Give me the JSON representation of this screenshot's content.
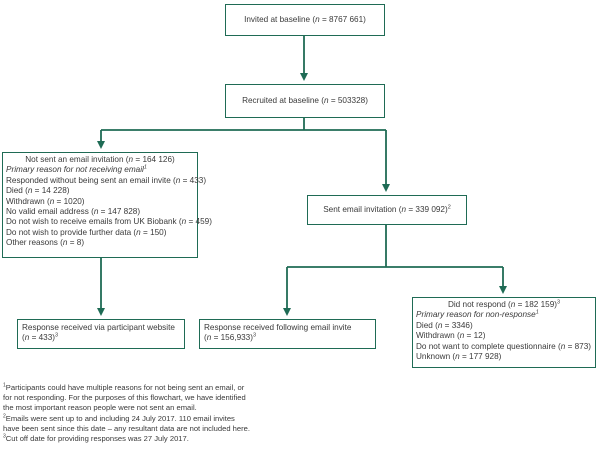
{
  "boxes": {
    "invited": {
      "pre": "Invited at baseline (",
      "n": "n",
      "eq": " = 8767 661)"
    },
    "recruited": {
      "pre": "Recruited at baseline (",
      "n": "n",
      "eq": " = 503328)"
    },
    "not_sent": {
      "title_pre": "Not sent an email invitation (",
      "title_n": "n",
      "title_eq": " = 164 126)",
      "reason_heading": "Primary reason for not receiving email",
      "reason_sup": "1",
      "items": [
        {
          "pre": "Responded without being sent an email invite (",
          "n": "n",
          "eq": " = 433)"
        },
        {
          "pre": "Died (",
          "n": "n",
          "eq": " = 14 228)"
        },
        {
          "pre": "Withdrawn (",
          "n": "n",
          "eq": " = 1020)"
        },
        {
          "pre": "No valid email address (",
          "n": "n",
          "eq": " = 147 828)"
        },
        {
          "pre": "Do not wish to receive emails from UK Biobank (",
          "n": "n",
          "eq": " = 459)"
        },
        {
          "pre": "Do not wish to provide further data (",
          "n": "n",
          "eq": " = 150)"
        },
        {
          "pre": "Other reasons (",
          "n": "n",
          "eq": " = 8)"
        }
      ]
    },
    "sent": {
      "pre": "Sent email invitation (",
      "n": "n",
      "eq": " = 339 092)",
      "sup": "2"
    },
    "web": {
      "line1": "Response received via participant website",
      "pre": "(",
      "n": "n",
      "eq": " = 433)",
      "sup": "3"
    },
    "email_resp": {
      "line1": "Response received following email invite",
      "pre": "(",
      "n": "n",
      "eq": " = 156,933)",
      "sup": "3"
    },
    "no_resp": {
      "title_pre": "Did not respond (",
      "title_n": "n",
      "title_eq": " = 182 159)",
      "title_sup": "3",
      "reason_heading": "Primary reason for non-response",
      "reason_sup": "1",
      "items": [
        {
          "pre": "Died (",
          "n": "n",
          "eq": " = 3346)"
        },
        {
          "pre": "Withdrawn (",
          "n": "n",
          "eq": " = 12)"
        },
        {
          "pre": "Do not want to complete questionnaire (",
          "n": "n",
          "eq": " = 873)"
        },
        {
          "pre": "Unknown (",
          "n": "n",
          "eq": " = 177 928)"
        }
      ]
    }
  },
  "footnotes": [
    {
      "sup": "1",
      "text": "Participants could have multiple reasons for not being sent an email, or"
    },
    {
      "sup": "",
      "text": "for not responding. For the purposes of this flowchart, we have identified"
    },
    {
      "sup": "",
      "text": "the most important reason people were not sent an email."
    },
    {
      "sup": "2",
      "text": "Emails were sent up to and including 24 July 2017. 110 email invites"
    },
    {
      "sup": "",
      "text": "have been sent since this date – any resultant data are not included here."
    },
    {
      "sup": "3",
      "text": "Cut off date for providing responses was 27 July 2017."
    }
  ],
  "colors": {
    "accent": "#1f6b55",
    "text": "#3a3a3a"
  }
}
